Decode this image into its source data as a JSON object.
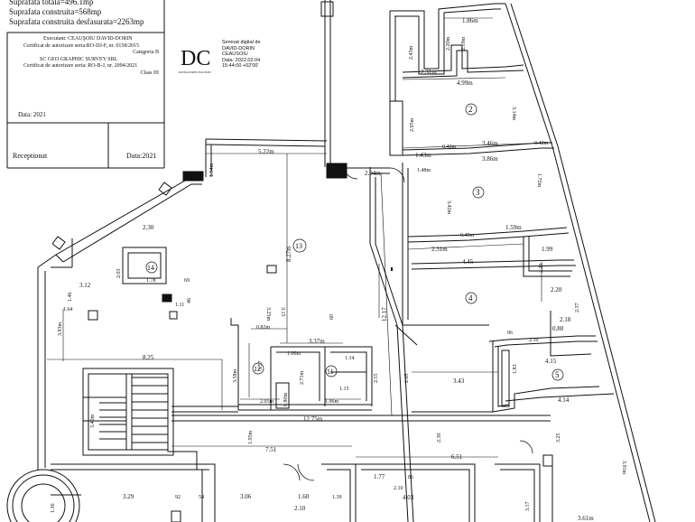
{
  "title_block": {
    "area_lines": [
      "Suprafata totala=496.1mp",
      "Suprafata construita=568mp",
      "Suprafata construita desfasurata=2263mp"
    ],
    "executant": "Executant: CEAUŞOIU DAVID-DORIN",
    "certificat_1": "Certificat de autorizare seria:RO-DJ-F, nr. 0158/2015",
    "categoria": "Categoria B",
    "company": "SC GEO GRAPHIC SURVEY SRL",
    "certificat_2": "Certificat de autorizare seria: RO-B-J, nr. 2094/2021",
    "clasa": "Class III",
    "data_1": "Data: 2021",
    "receptionat": "Receptionat",
    "data_2": "Data:2021"
  },
  "signature": {
    "logo": "DC",
    "logo_sub": "DAVID-DORIN CEAUSOIU",
    "line1": "Semnat digital de",
    "line2": "DAVID-DORIN",
    "line3": "CEAUSOIU",
    "line4": "Data: 2022.02.04",
    "line5": "15:44:00 +02'00'"
  },
  "rooms": [
    "2",
    "3",
    "4",
    "5",
    "11",
    "12",
    "13",
    "14"
  ],
  "dimensions": {
    "d1_86": "1.86m",
    "d2_20": "2.20m",
    "d2_19": "2.19m",
    "d2_43": "2.43m",
    "d2_31a": "2.31m",
    "d4_99": "4.99m",
    "d3_14": "3.14m",
    "d2_95": "2.95m",
    "d0_40a": "0.40m",
    "d3_46": "3.46m",
    "d0_42": "0.42m",
    "d1_43": "1.43m",
    "d3_86": "3.86m",
    "d1_72": "1.72m",
    "d1_48": "1.48m",
    "d2_04": "2.04m",
    "d5_22": "5.22m",
    "d1_54": "1.54m",
    "d3_42": "3.42m",
    "d2_31b": "2.31m",
    "d0_40b": "0.40m",
    "d1_59": "1.59m",
    "d1_99": "1.99",
    "d8_27": "8.27m",
    "d2_30a": "2.30",
    "d4_45": "4.45",
    "d2_23": "2.23",
    "d2_20b": "2.20",
    "d2_03": "2.03",
    "d1_78": "1.78",
    "d3_12": "3.12",
    "d69": "69",
    "d1_46": "1.46",
    "d1_64": "1.64",
    "d1_11": "1.11",
    "d46": "46",
    "d3_15": "3.15",
    "d3_25": "3.25m",
    "d60": "60",
    "d12_17": "12.17",
    "d2_37": "2.37",
    "d0_80": "0.80",
    "d2_18": "2.18",
    "d96": "96",
    "d2_10a": "2.10",
    "d0_82": "0.82m",
    "d3_37": "3.37m",
    "d3_93": "3.93m",
    "d8_25": "8.25",
    "d3_58": "3.58m",
    "d3_57": "3.57",
    "d1_00": "1.00m",
    "d1_14": "1.14",
    "d2_71": "2.71m",
    "d1_15": "1.15",
    "d2_55": "2.55",
    "d2_65": "2.65",
    "d3_43": "3.43",
    "d4_15": "4.15",
    "d1_83": "1.83",
    "d2_05": "2.05m",
    "d0_80m": "0.80m",
    "d1_96": "1.96m",
    "d3_40": "3.40m",
    "d12_75": "12.75m",
    "d4_14": "4.14",
    "d1_95": "1.95m",
    "d2_30b": "2.30",
    "d3_25b": "3.25",
    "d7_51": "7.51",
    "d6_51": "6.51",
    "d3_91": "3.91m",
    "d1_77": "1.77",
    "d86": "86",
    "d2_10b": "2.10",
    "d3_29": "3.29",
    "d92": "92",
    "d54": "54",
    "d3_06": "3.06",
    "d1_60": "1.60",
    "d2_10c": "2.10",
    "d1_39": "1.39",
    "d4_03": "4.03",
    "d3_17": "3.17",
    "d1_36": "1.36",
    "d3_61": "3.61m"
  }
}
